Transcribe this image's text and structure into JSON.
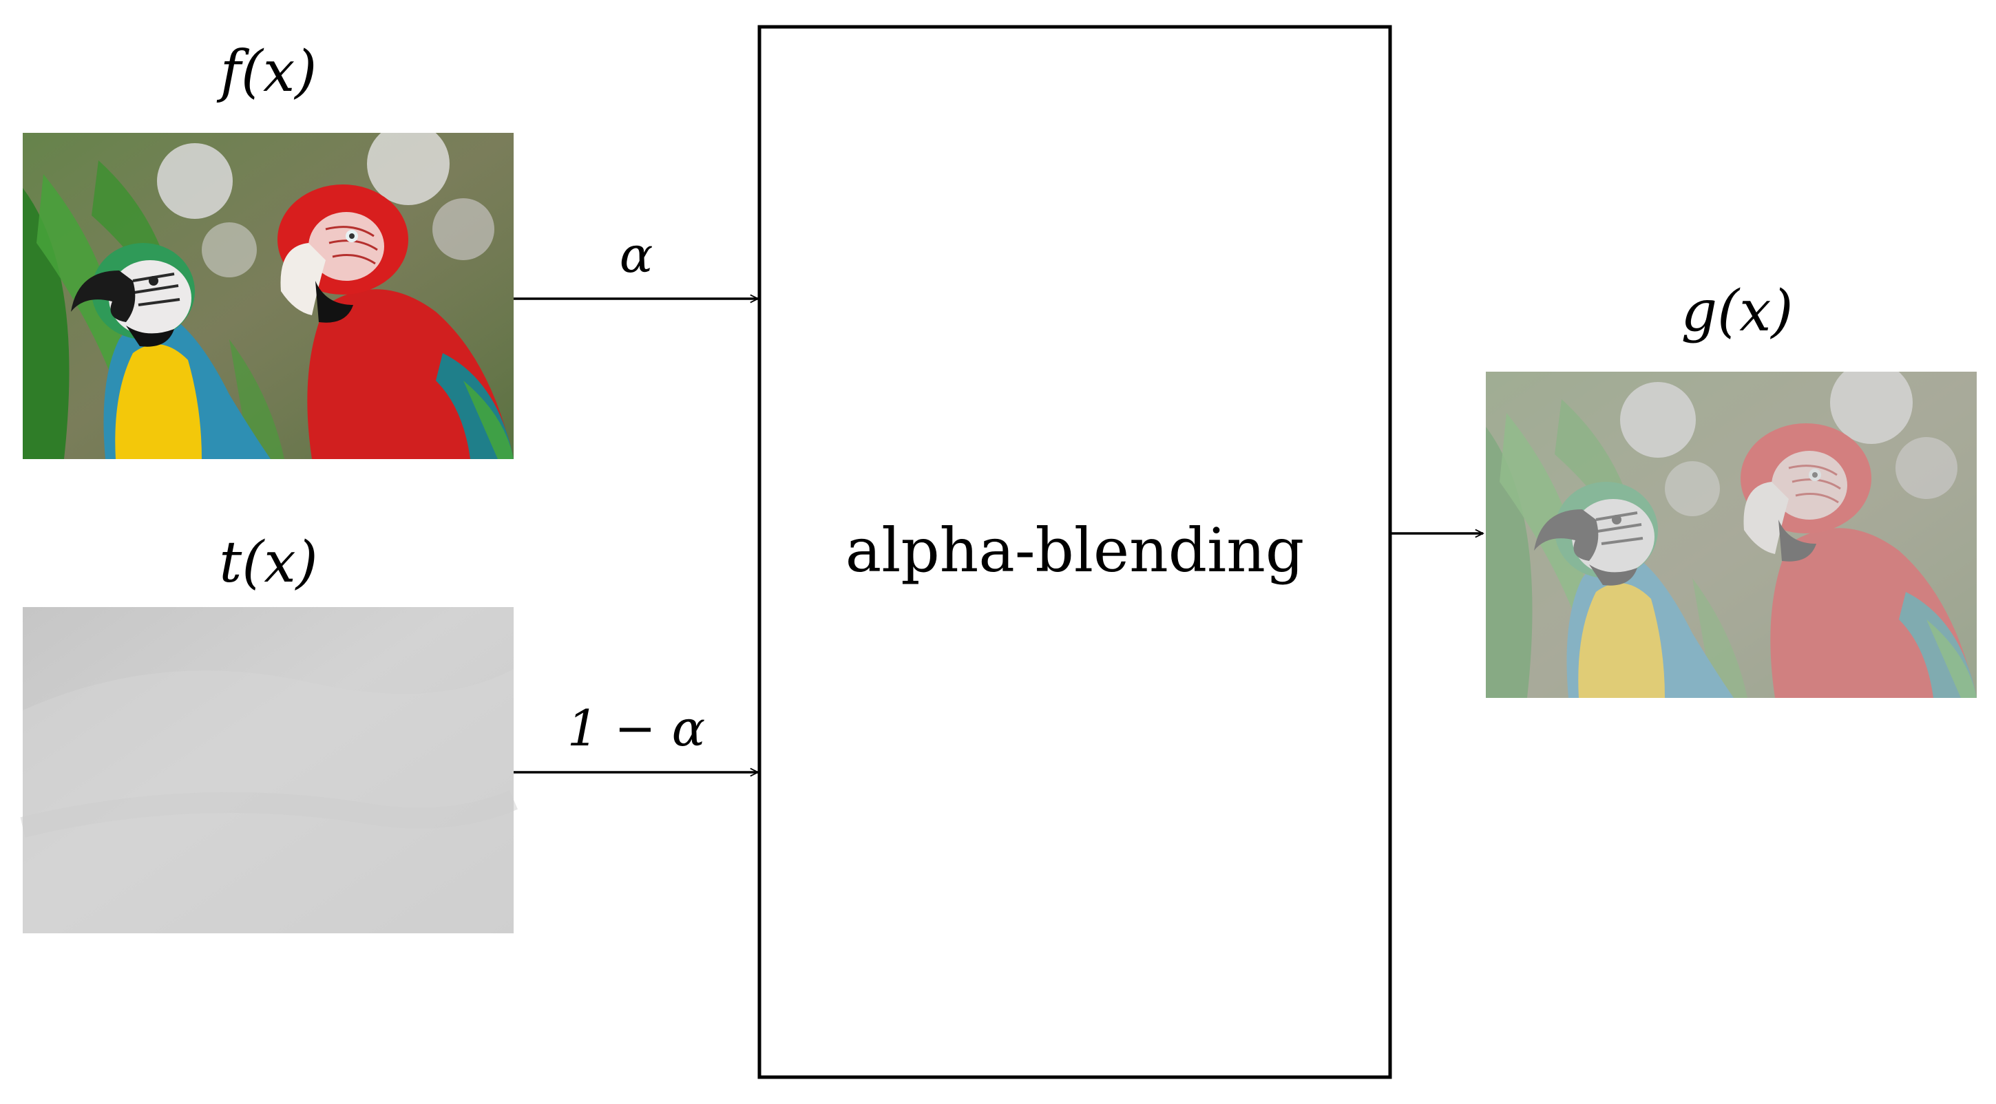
{
  "inputs": {
    "foreground": {
      "label": "f(x)",
      "image": "parrots-photo"
    },
    "background": {
      "label": "t(x)",
      "image": "gray-texture"
    }
  },
  "output": {
    "label": "g(x)",
    "image": "blended-parrots-photo"
  },
  "process": {
    "label": "alpha-blending"
  },
  "weights": {
    "foreground_weight": "α",
    "background_weight": "1 − α"
  },
  "colors": {
    "stroke": "#000000",
    "background": "#ffffff",
    "texture_gray": "#cfcfcf",
    "macaw_red": "#d42323",
    "macaw_yellow": "#f2c400",
    "macaw_blue": "#2a8fb0",
    "foliage_green": "#3f8a2e"
  }
}
